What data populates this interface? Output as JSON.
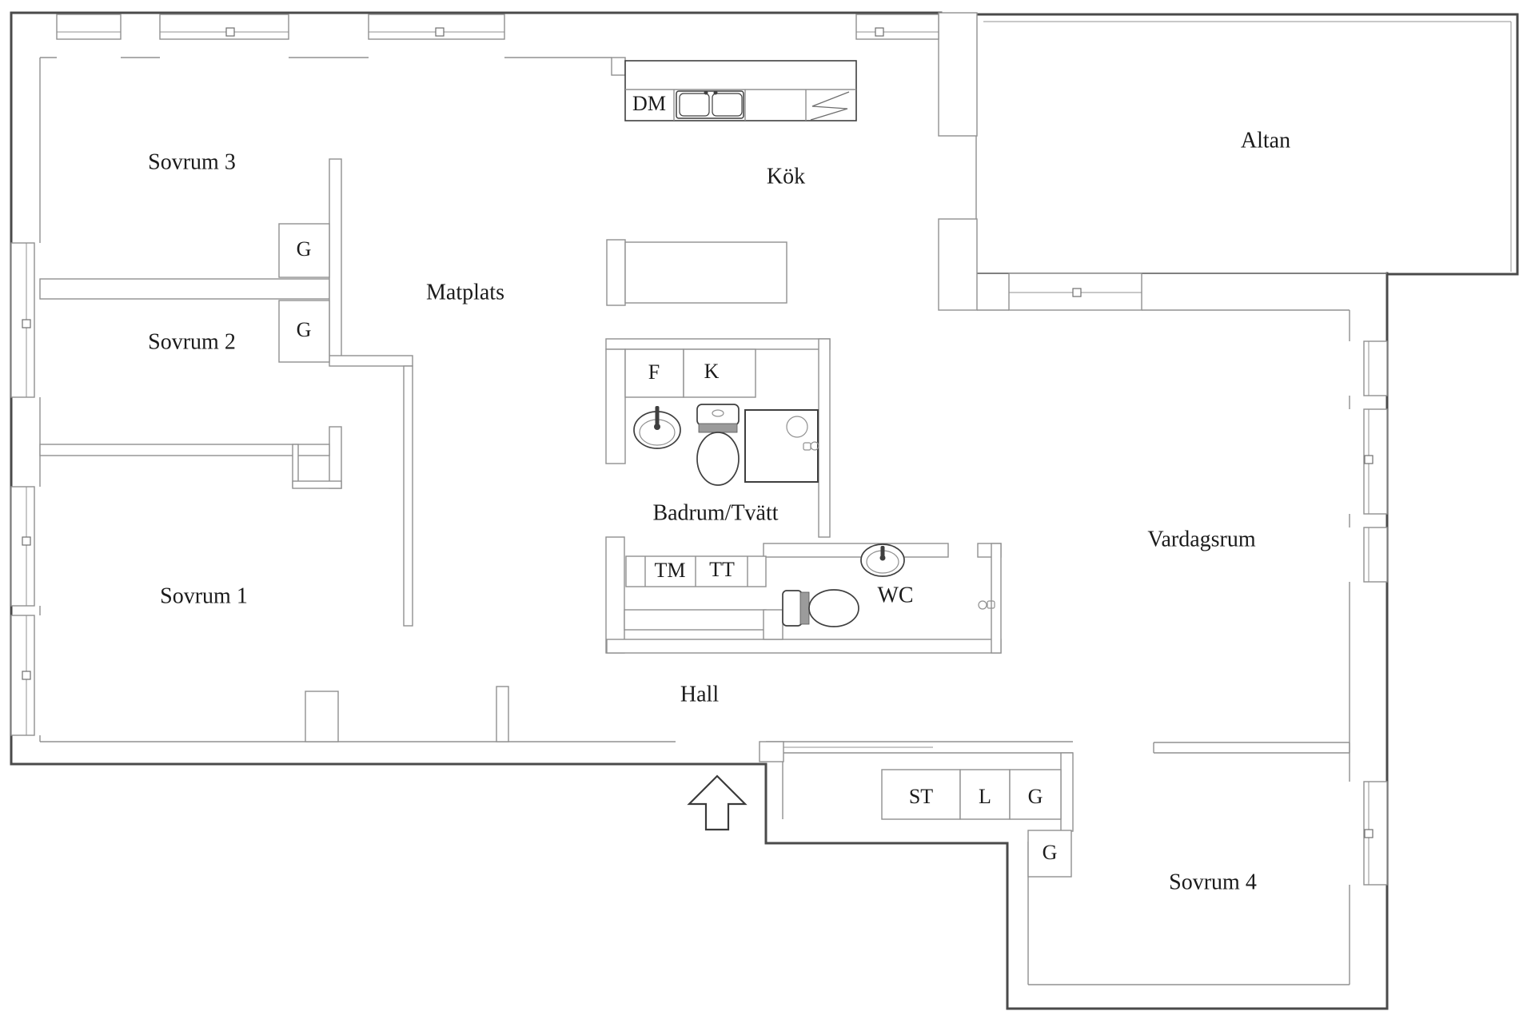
{
  "floorplan": {
    "labels": {
      "sovrum3": "Sovrum 3",
      "sovrum2": "Sovrum 2",
      "sovrum1": "Sovrum 1",
      "sovrum4": "Sovrum 4",
      "matplats": "Matplats",
      "kok": "Kök",
      "altan": "Altan",
      "badrum": "Badrum/Tvätt",
      "wc": "WC",
      "vardagsrum": "Vardagsrum",
      "hall": "Hall",
      "dm": "DM",
      "f": "F",
      "k": "K",
      "tm": "TM",
      "tt": "TT",
      "g1": "G",
      "g2": "G",
      "g3": "G",
      "g4": "G",
      "st": "ST",
      "l": "L"
    },
    "colors": {
      "wall_dark": "#4a4a4a",
      "wall_mid": "#6e6e6e",
      "wall_light": "#909090",
      "fixture": "#3f3f3f",
      "hatch": "#9b9b9b",
      "text": "#1b1b1b",
      "background": "#ffffff"
    }
  }
}
